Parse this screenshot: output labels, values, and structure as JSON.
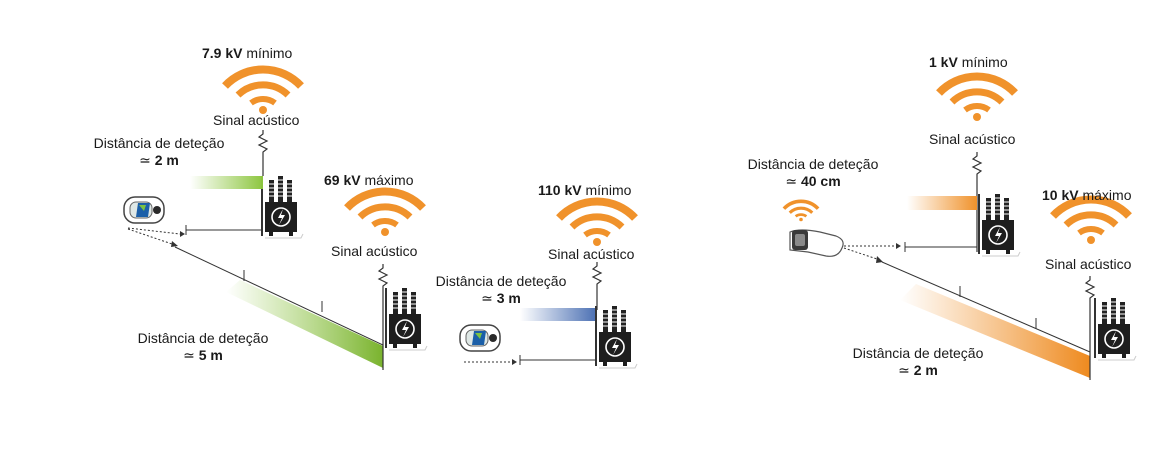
{
  "panel_1": {
    "low": {
      "voltage": "7.9 kV",
      "qualifier": "mínimo",
      "signal": "Sinal acústico",
      "distance_label": "Distância de deteção",
      "approx": "≃",
      "distance": "2 m"
    },
    "high": {
      "voltage": "69 kV",
      "qualifier": "máximo",
      "signal": "Sinal acústico",
      "distance_label": "Distância de deteção",
      "approx": "≃",
      "distance": "5 m"
    },
    "color": "#8dc63f"
  },
  "panel_2": {
    "voltage": "110 kV",
    "qualifier": "mínimo",
    "signal": "Sinal acústico",
    "distance_label": "Distância de deteção",
    "approx": "≃",
    "distance": "3 m",
    "color": "#4a6fb3"
  },
  "panel_3": {
    "low": {
      "voltage": "1 kV",
      "qualifier": "mínimo",
      "signal": "Sinal acústico",
      "distance_label": "Distância de deteção",
      "approx": "≃",
      "distance": "40 cm"
    },
    "high": {
      "voltage": "10 kV",
      "qualifier": "máximo",
      "signal": "Sinal acústico",
      "distance_label": "Distância de deteção",
      "approx": "≃",
      "distance": "2 m"
    },
    "color": "#f0922b"
  },
  "colors": {
    "signal_waves": "#f0922b",
    "transformer": "#222222",
    "line": "#333333"
  },
  "icons": [
    "sound-wave-icon",
    "transformer-icon",
    "lightning-icon",
    "detector-device-icon",
    "wrist-detector-icon"
  ]
}
